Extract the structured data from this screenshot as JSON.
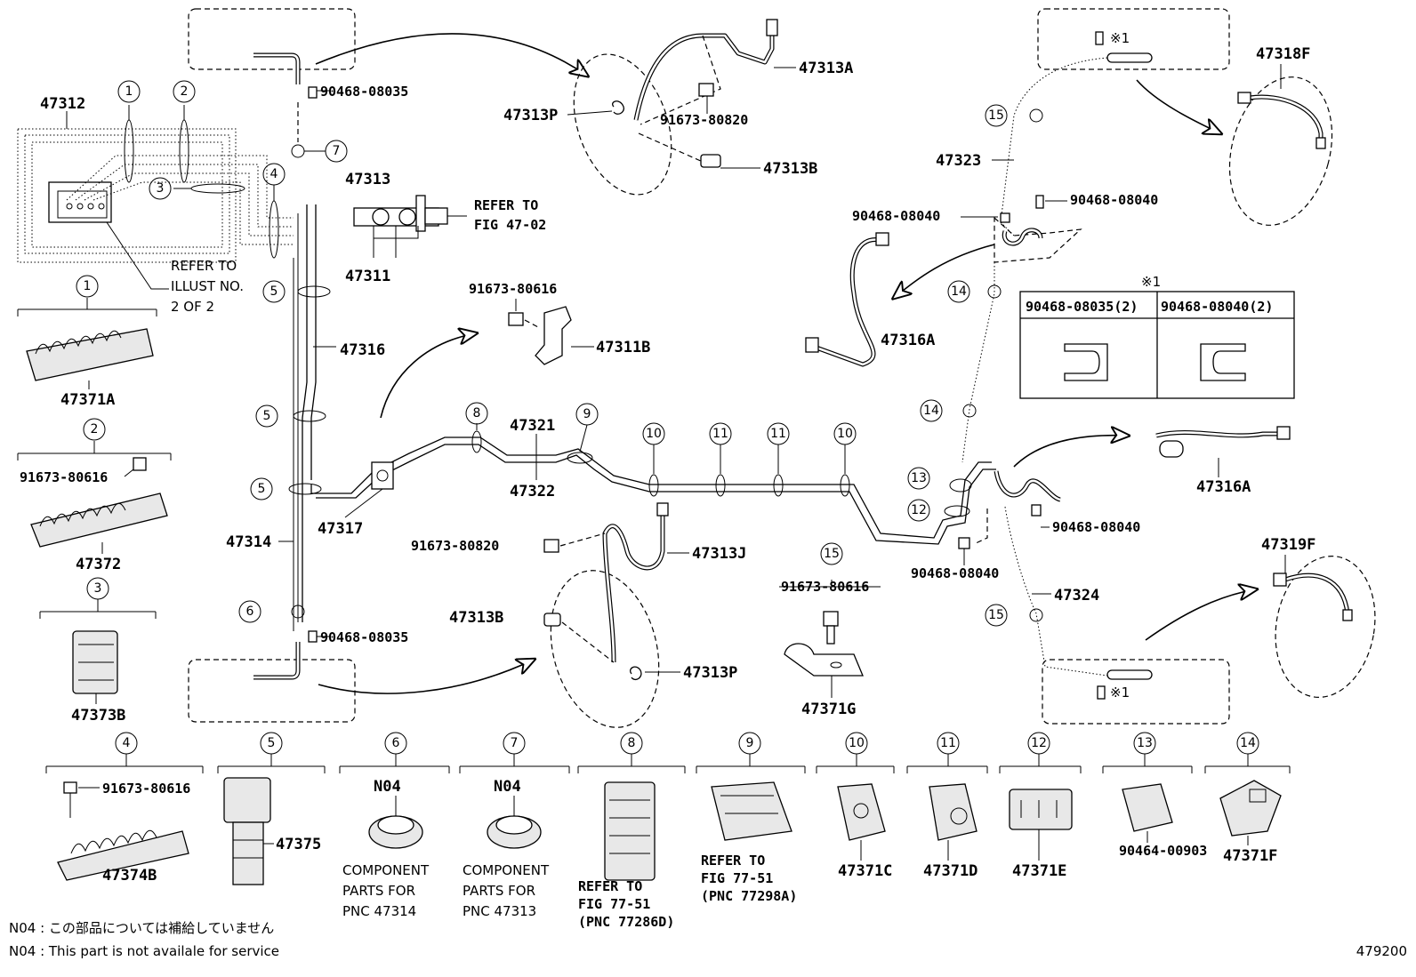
{
  "labels": {
    "p47312": "47312",
    "p47313": "47313",
    "p47311": "47311",
    "p47316": "47316",
    "p47314": "47314",
    "p47317": "47317",
    "p47321": "47321",
    "p47322": "47322",
    "p47313a": "47313A",
    "p47313p_top": "47313P",
    "p47313b_top": "47313B",
    "p47311b": "47311B",
    "p47313j": "47313J",
    "p47313b_bot": "47313B",
    "p47313p_bot": "47313P",
    "p47371g": "47371G",
    "p47323": "47323",
    "p47318f": "47318F",
    "p47316a_top": "47316A",
    "p47316a_bot": "47316A",
    "p47324": "47324",
    "p47319f": "47319F",
    "p47371a": "47371A",
    "p47372": "47372",
    "p47373b": "47373B",
    "p47374b": "47374B",
    "p47375": "47375",
    "p47371c": "47371C",
    "p47371d": "47371D",
    "p47371e": "47371E",
    "p47371f": "47371F",
    "b90468_08035_top": "90468-08035",
    "b90468_08035_bot": "90468-08035",
    "b91673_80820_top": "91673-80820",
    "b91673_80820_mid": "91673-80820",
    "b91673_80616_mid": "91673-80616",
    "b91673_80616_box2": "91673-80616",
    "b91673_80616_box4": "91673-80616",
    "b91673_80616_box15": "91673-80616",
    "b90468_08040_a": "90468-08040",
    "b90468_08040_b": "90468-08040",
    "b90468_08040_c": "90468-08040",
    "b90468_08040_d": "90468-08040",
    "b90464_00903": "90464-00903",
    "n04_6": "N04",
    "n04_7": "N04",
    "ref_fig_1": "REFER TO",
    "ref_fig_2": "FIG 47-02",
    "ref_illust_1": "REFER TO",
    "ref_illust_2": "ILLUST NO.",
    "ref_illust_3": "2 OF 2",
    "comp6_1": "COMPONENT",
    "comp6_2": "PARTS FOR",
    "comp6_3": "PNC 47314",
    "comp7_1": "COMPONENT",
    "comp7_2": "PARTS FOR",
    "comp7_3": "PNC 47313",
    "ref8_1": "REFER TO",
    "ref8_2": "FIG 77-51",
    "ref8_3": "(PNC 77286D)",
    "ref9_1": "REFER TO",
    "ref9_2": "FIG 77-51",
    "ref9_3": "(PNC 77298A)",
    "table_mark": "※1",
    "table_col1": "90468-08035(2)",
    "table_col2": "90468-08040(2)",
    "mark_top": "※1",
    "mark_bot": "※1",
    "note_jp": "N04 : この部品については補給していません",
    "note_en": "N04 :  This part is not availale for service",
    "fig_number": "479200"
  },
  "circles": {
    "c1": "1",
    "c2": "2",
    "c3": "3",
    "c4": "4",
    "c5a": "5",
    "c5b": "5",
    "c5c": "5",
    "c6": "6",
    "c7": "7",
    "c8": "8",
    "c9": "9",
    "c10a": "10",
    "c10b": "10",
    "c11a": "11",
    "c11b": "11",
    "c12": "12",
    "c13": "13",
    "c14a": "14",
    "c14b": "14",
    "c15a": "15",
    "c15b": "15",
    "k1": "1",
    "k2": "2",
    "k3": "3",
    "k4": "4",
    "k5": "5",
    "k6": "6",
    "k7": "7",
    "k8": "8",
    "k9": "9",
    "k10": "10",
    "k11": "11",
    "k12": "12",
    "k13": "13",
    "k14": "14",
    "k15": "15"
  }
}
